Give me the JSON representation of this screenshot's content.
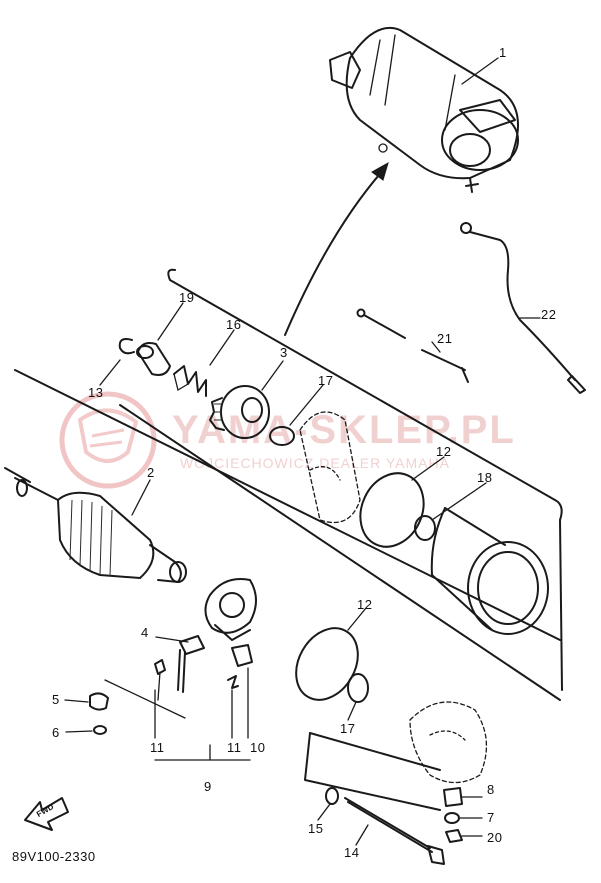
{
  "diagram": {
    "drawing_code": "89V100-2330",
    "front_marker": "FWD",
    "watermark": {
      "title": "YAMA-SKLEP.PL",
      "subtitle": "WOJCIECHOWICZ DEALER YAMAHA"
    },
    "callouts": [
      {
        "id": "1",
        "label": "1"
      },
      {
        "id": "2",
        "label": "2"
      },
      {
        "id": "3",
        "label": "3"
      },
      {
        "id": "4",
        "label": "4"
      },
      {
        "id": "5",
        "label": "5"
      },
      {
        "id": "6",
        "label": "6"
      },
      {
        "id": "7",
        "label": "7"
      },
      {
        "id": "8",
        "label": "8"
      },
      {
        "id": "9",
        "label": "9"
      },
      {
        "id": "10",
        "label": "10"
      },
      {
        "id": "11a",
        "label": "11"
      },
      {
        "id": "11b",
        "label": "11"
      },
      {
        "id": "12a",
        "label": "12"
      },
      {
        "id": "12b",
        "label": "12"
      },
      {
        "id": "13",
        "label": "13"
      },
      {
        "id": "14",
        "label": "14"
      },
      {
        "id": "15",
        "label": "15"
      },
      {
        "id": "16",
        "label": "16"
      },
      {
        "id": "17a",
        "label": "17"
      },
      {
        "id": "17b",
        "label": "17"
      },
      {
        "id": "18",
        "label": "18"
      },
      {
        "id": "19",
        "label": "19"
      },
      {
        "id": "20",
        "label": "20"
      },
      {
        "id": "21",
        "label": "21"
      },
      {
        "id": "22",
        "label": "22"
      }
    ]
  }
}
